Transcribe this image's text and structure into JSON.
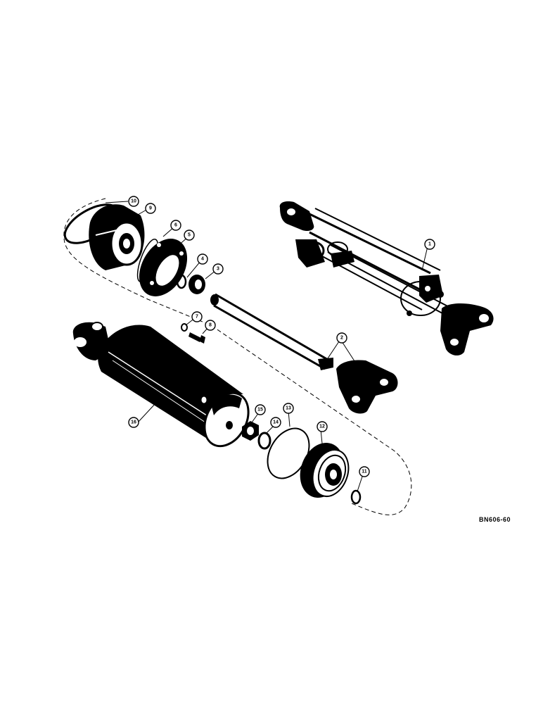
{
  "figure": {
    "reference_code": "BN606-60",
    "callouts": [
      {
        "id": "c1",
        "label": "1"
      },
      {
        "id": "c2",
        "label": "2"
      },
      {
        "id": "c3",
        "label": "3"
      },
      {
        "id": "c4",
        "label": "4"
      },
      {
        "id": "c5",
        "label": "5"
      },
      {
        "id": "c6",
        "label": "6"
      },
      {
        "id": "c7",
        "label": "7"
      },
      {
        "id": "c8",
        "label": "8"
      },
      {
        "id": "c9",
        "label": "9"
      },
      {
        "id": "c10",
        "label": "10"
      },
      {
        "id": "c11",
        "label": "11"
      },
      {
        "id": "c12",
        "label": "12"
      },
      {
        "id": "c13",
        "label": "13"
      },
      {
        "id": "c14",
        "label": "14"
      },
      {
        "id": "c15",
        "label": "15"
      },
      {
        "id": "c16",
        "label": "16"
      }
    ]
  }
}
